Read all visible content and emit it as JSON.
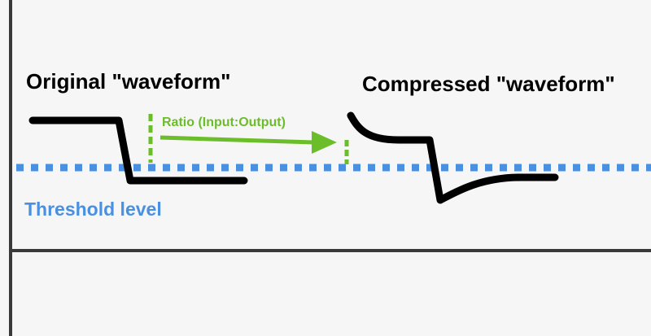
{
  "titles": {
    "original": "Original \"waveform\"",
    "compressed": "Compressed \"waveform\""
  },
  "labels": {
    "ratio": "Ratio (Input:Output)",
    "threshold": "Threshold level"
  },
  "colors": {
    "background": "#f6f6f6",
    "axis": "#3a3a3a",
    "waveform": "#000000",
    "threshold": "#4a90e2",
    "ratio": "#6cbd2a"
  }
}
